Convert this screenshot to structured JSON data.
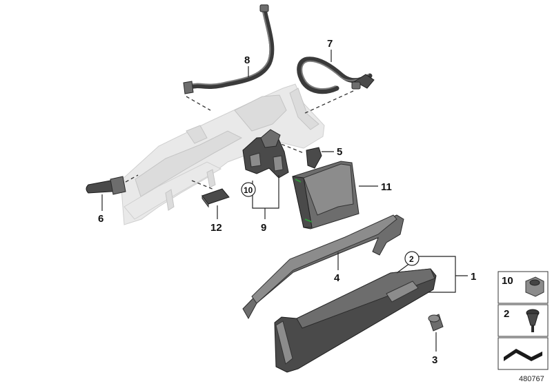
{
  "callouts": {
    "p1": "1",
    "p2": "2",
    "p3": "3",
    "p4": "4",
    "p5": "5",
    "p6": "6",
    "p7": "7",
    "p8": "8",
    "p9": "9",
    "p10": "10",
    "p11": "11",
    "p12": "12"
  },
  "sidebar": {
    "items": [
      {
        "label": "10"
      },
      {
        "label": "2"
      }
    ]
  },
  "image_number": "480767",
  "colors": {
    "ghost_part": "#e9e9e9",
    "dark_part": "#4a4a4a",
    "accent_green": "#2e9a3a"
  }
}
